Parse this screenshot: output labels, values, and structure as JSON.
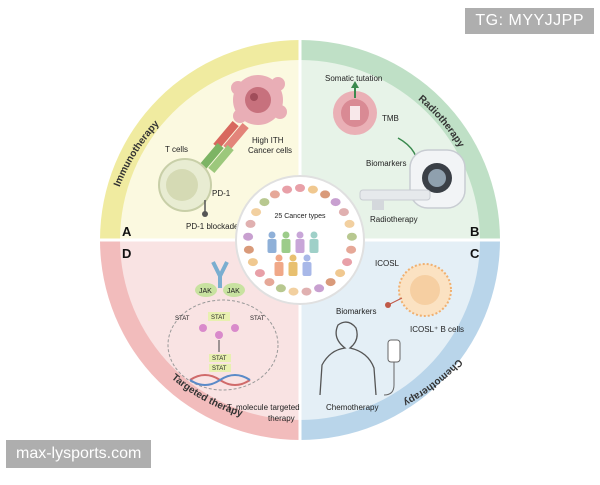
{
  "watermark_top": "TG: MYYJJPP",
  "watermark_bottom": "max-lysports.com",
  "center": {
    "label": "25 Cancer types"
  },
  "quadrants": {
    "a": {
      "letter": "A",
      "title": "Immunotherapy",
      "labels": {
        "t_cells": "T cells",
        "high_ith_1": "High ITH",
        "high_ith_2": "Cancer cells",
        "pd1": "PD-1",
        "pd1_blockade": "PD-1 blockade"
      }
    },
    "b": {
      "letter": "B",
      "title": "Radiotherapy",
      "labels": {
        "somatic": "Somatic tutation",
        "tmb": "TMB",
        "biomarkers": "Biomarkers",
        "radiotherapy": "Radiotherapy"
      }
    },
    "c": {
      "letter": "C",
      "title": "Chemotherapy",
      "labels": {
        "icosl": "ICOSL",
        "biomarkers": "Biomarkers",
        "icosl_b_cells": "ICOSL⁺ B cells",
        "chemotherapy": "Chemotherapy"
      }
    },
    "d": {
      "letter": "D",
      "title": "Targeted therapy",
      "labels": {
        "jak1": "JAK",
        "jak2": "JAK",
        "stat_l": "STAT",
        "stat_r": "STAT",
        "stat_c": "STAT",
        "stat_d1": "STAT",
        "stat_d2": "STAT",
        "molecule_1": "molecule targeted",
        "molecule_2": "therapy",
        "molecule_prefix": "T"
      }
    }
  },
  "colors": {
    "immunotherapy_ring": "#f0eba0",
    "immunotherapy_bg": "#fbf9e0",
    "radiotherapy_ring": "#bfe0c6",
    "radiotherapy_bg": "#e7f3e8",
    "chemotherapy_ring": "#b9d5ea",
    "chemotherapy_bg": "#e4eff6",
    "targeted_ring": "#f2bcbc",
    "targeted_bg": "#f9e3e3"
  }
}
